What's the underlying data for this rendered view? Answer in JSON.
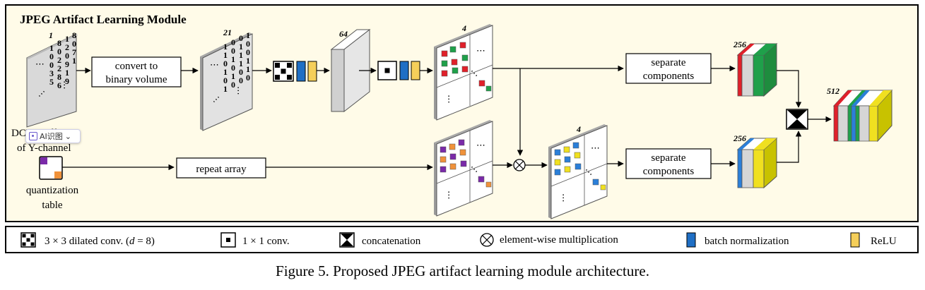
{
  "module_title": "JPEG Artifact Learning Module",
  "channels": {
    "input": "1",
    "binary": "21",
    "conv": "64",
    "top4": "4",
    "bottom4": "4",
    "top256": "256",
    "bot256": "256",
    "out512": "512"
  },
  "digits": {
    "c1": [
      "1",
      "0",
      "0",
      "3",
      "5"
    ],
    "c2": [
      "8",
      "0",
      "2",
      "2",
      "8",
      "6"
    ],
    "c3": [
      "1",
      "2",
      "0",
      "9",
      "1",
      "9"
    ],
    "c4": [
      "8",
      "0",
      "7",
      "1"
    ]
  },
  "binary_digits": {
    "c1": [
      "1",
      "1",
      "0",
      "1",
      "0",
      "1"
    ],
    "c2": [
      "0",
      "0",
      "1",
      "0",
      "1",
      "0"
    ],
    "c3": [
      "0",
      "1",
      "1",
      "1",
      "0",
      "0"
    ],
    "c4": [
      "1",
      "0",
      "0",
      "1",
      "1",
      "0"
    ]
  },
  "ellipsis": "⋯",
  "labels": {
    "convert_to_l1": "convert to",
    "convert_to_l2": "binary volume",
    "dct_l1": "DCT coefficient",
    "dct_l2": "of Y-channel",
    "quant_l1": "quantization",
    "quant_l2": "table",
    "repeat": "repeat array",
    "separate_l1": "separate",
    "separate_l2": "components"
  },
  "legend": {
    "dilated": "3 × 3 dilated conv. (",
    "dilated_var": "d",
    "dilated_end": " = 8)",
    "conv1": "1 × 1 conv.",
    "concat": "concatenation",
    "mult": "element-wise multiplication",
    "bn": "batch normalization",
    "relu": "ReLU"
  },
  "overlay": {
    "ai_label": "AI识图",
    "chevron": "⌄"
  },
  "caption": "Figure 5. Proposed JPEG artifact learning module architecture.",
  "colors": {
    "bn_blue": "#1f6fc5",
    "relu_yellow": "#f5cf5a",
    "red": "#e0202a",
    "green": "#1fa04a",
    "purple": "#7a2aa8",
    "orange": "#f0923a",
    "blue_sq": "#2b7fd8",
    "yellow_sq": "#f0e020",
    "grey_panel": "#c8c8c8"
  }
}
